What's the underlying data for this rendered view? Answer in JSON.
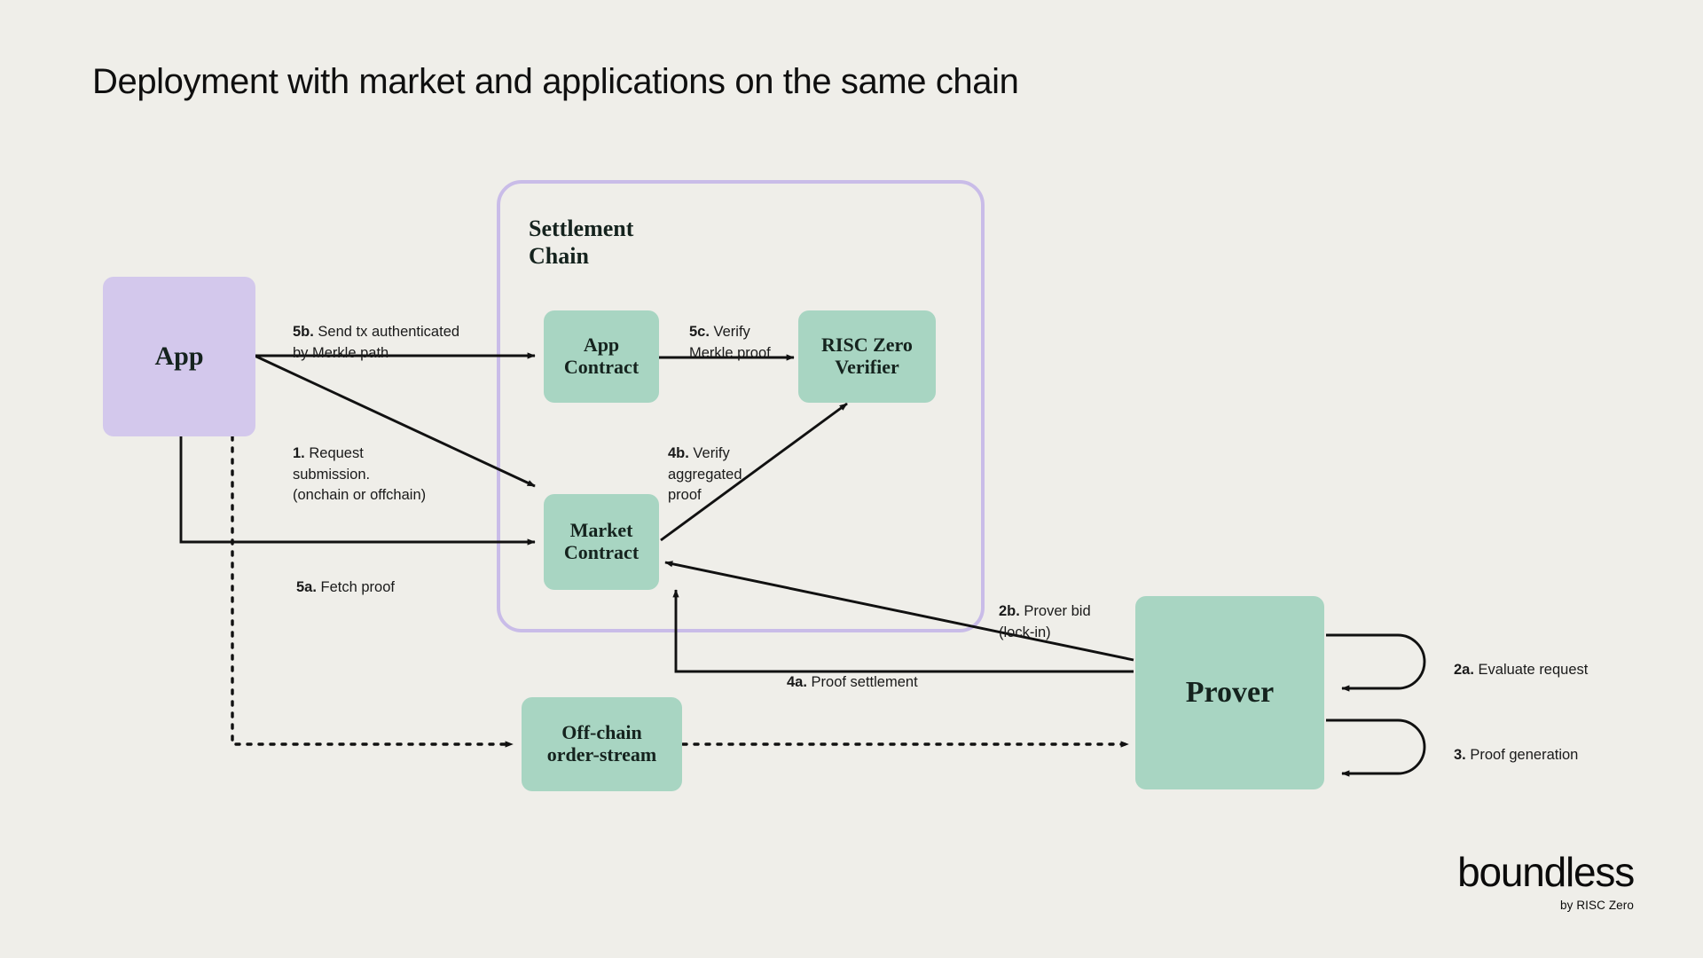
{
  "page": {
    "title": "Deployment with market and applications on the same chain",
    "background_color": "#EFEEE9"
  },
  "colors": {
    "background": "#EFEEE9",
    "node_green": "#A8D5C2",
    "node_purple": "#D3C8EC",
    "group_border": "#C9BCE8",
    "stroke": "#111111",
    "text": "#15231E"
  },
  "group": {
    "name": "settlement-chain",
    "label": "Settlement\nChain"
  },
  "nodes": [
    {
      "id": "app",
      "label": "App",
      "fill": "node_purple"
    },
    {
      "id": "app-contract",
      "label": "App\nContract",
      "fill": "node_green"
    },
    {
      "id": "risc-zero-verifier",
      "label": "RISC Zero\nVerifier",
      "fill": "node_green"
    },
    {
      "id": "market-contract",
      "label": "Market\nContract",
      "fill": "node_green"
    },
    {
      "id": "off-chain-order-stream",
      "label": "Off-chain\norder-stream",
      "fill": "node_green"
    },
    {
      "id": "prover",
      "label": "Prover",
      "fill": "node_green"
    }
  ],
  "edges": [
    {
      "id": "5b",
      "step": "5b.",
      "text": " Send tx authenticated\nby Merkle path",
      "from": "app",
      "to": "app-contract",
      "style": "solid"
    },
    {
      "id": "5c",
      "step": "5c.",
      "text": " Verify\nMerkle proof",
      "from": "app-contract",
      "to": "risc-zero-verifier",
      "style": "solid"
    },
    {
      "id": "1",
      "step": "1.",
      "text": " Request\nsubmission.\n(onchain or offchain)",
      "from": "app",
      "to": "market-contract",
      "style": "solid"
    },
    {
      "id": "4b",
      "step": "4b.",
      "text": " Verify\naggregated\nproof",
      "from": "market-contract",
      "to": "risc-zero-verifier",
      "style": "solid"
    },
    {
      "id": "5a",
      "step": "5a.",
      "text": " Fetch proof",
      "from": "app",
      "to": "market-contract",
      "style": "solid"
    },
    {
      "id": "2b",
      "step": "2b.",
      "text": " Prover bid\n(lock-in)",
      "from": "prover",
      "to": "market-contract",
      "style": "solid"
    },
    {
      "id": "4a",
      "step": "4a.",
      "text": " Proof settlement",
      "from": "prover",
      "to": "market-contract",
      "style": "solid"
    },
    {
      "id": "2a",
      "step": "2a.",
      "text": " Evaluate request",
      "from": "prover",
      "to": "prover",
      "style": "solid"
    },
    {
      "id": "3",
      "step": "3.",
      "text": " Proof generation",
      "from": "prover",
      "to": "prover",
      "style": "solid"
    },
    {
      "id": "order-stream-in",
      "step": "",
      "text": "",
      "from": "app",
      "to": "off-chain-order-stream",
      "style": "dotted"
    },
    {
      "id": "order-stream-out",
      "step": "",
      "text": "",
      "from": "off-chain-order-stream",
      "to": "prover",
      "style": "dotted"
    }
  ],
  "brand": {
    "name": "boundless",
    "tagline": "by RISC Zero"
  }
}
